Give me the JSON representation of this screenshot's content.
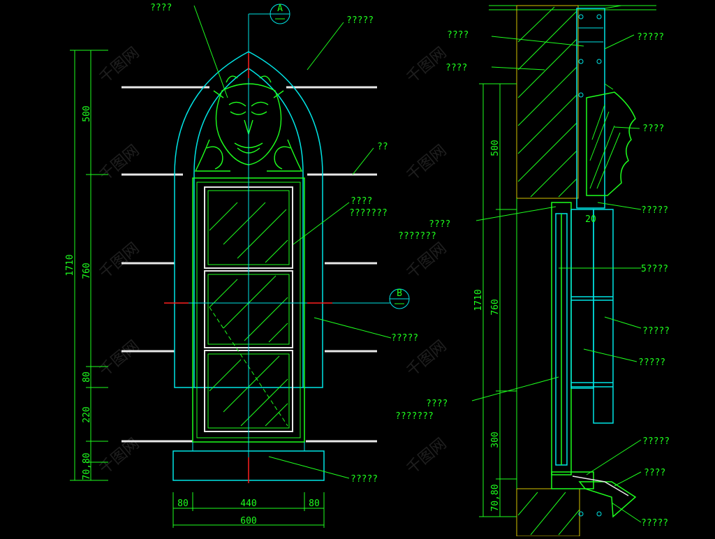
{
  "elevation": {
    "callout_top": "A",
    "callout_section": "B",
    "label_ornament": "????",
    "label_top_right": "?????",
    "label_arch": "??",
    "label_glass_line1": "????",
    "label_glass_line2": "???????",
    "label_frame": "?????",
    "label_sill": "?????",
    "dim_vertical": [
      "500",
      "760",
      "80",
      "220",
      "70,80"
    ],
    "dim_total": "1710",
    "dim_bottom": [
      "80",
      "440",
      "80"
    ],
    "dim_bottom_total": "600"
  },
  "section": {
    "labels_left": [
      "????",
      "????",
      "????",
      "???????",
      "????",
      "???????"
    ],
    "labels_right": [
      "?????",
      "????",
      "?????",
      "5????",
      "?????",
      "?????",
      "?????",
      "????",
      "?????"
    ],
    "dim_vertical": [
      "500",
      "760",
      "300",
      "70,80"
    ],
    "dim_total": "1710",
    "dim_small": "20"
  },
  "watermark": "千图网",
  "colors": {
    "background": "#000000",
    "cyan": "#00e5e5",
    "green": "#1eff1e",
    "white": "#e8e8e8",
    "red": "#ff2020"
  }
}
